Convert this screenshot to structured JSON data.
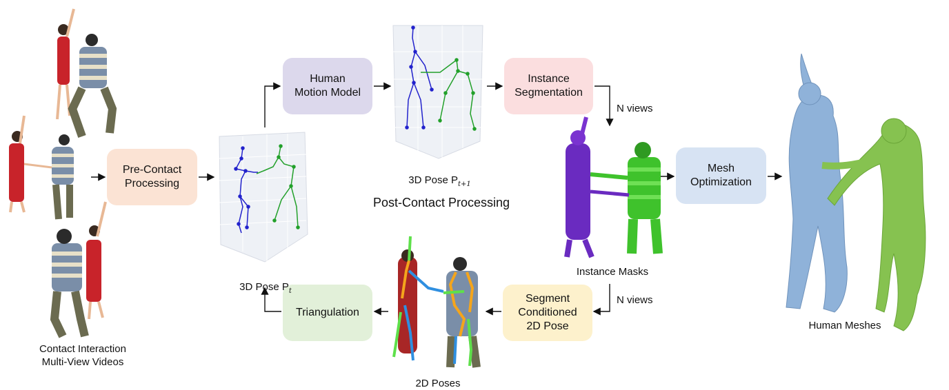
{
  "colors": {
    "precontact": "#fbe3d4",
    "motion": "#dcd8ec",
    "instance_seg": "#fbdedf",
    "mesh_opt": "#d7e3f3",
    "seg2d": "#fdf1cc",
    "triangulation": "#e2f0d9",
    "person_a": "#2222cc",
    "person_b": "#22a02a",
    "mesh_a": "#8fb2d9",
    "mesh_b": "#86c250"
  },
  "boxes": {
    "precontact": "Pre-Contact\nProcessing",
    "motion": "Human\nMotion Model",
    "instance_seg": "Instance\nSegmentation",
    "mesh_opt": "Mesh\nOptimization",
    "seg2d": "Segment\nConditioned\n2D Pose",
    "triangulation": "Triangulation"
  },
  "labels": {
    "input": "Contact Interaction\nMulti-View Videos",
    "pose_t_prefix": "3D Pose P",
    "pose_t_sub": "t",
    "pose_t1_prefix": "3D Pose P",
    "pose_t1_sub": "t+1",
    "post_contact": "Post-Contact Processing",
    "n_views_top": "N views",
    "n_views_bottom": "N views",
    "instance_masks": "Instance Masks",
    "poses_2d": "2D Poses",
    "human_meshes": "Human Meshes"
  },
  "icons": {
    "input_frames": "dancer-photo-icon",
    "pose_plot": "3d-skeleton-plot-icon",
    "masks": "segmentation-mask-icon",
    "pose2d": "2d-keypoint-overlay-icon",
    "meshes": "human-mesh-icon"
  }
}
